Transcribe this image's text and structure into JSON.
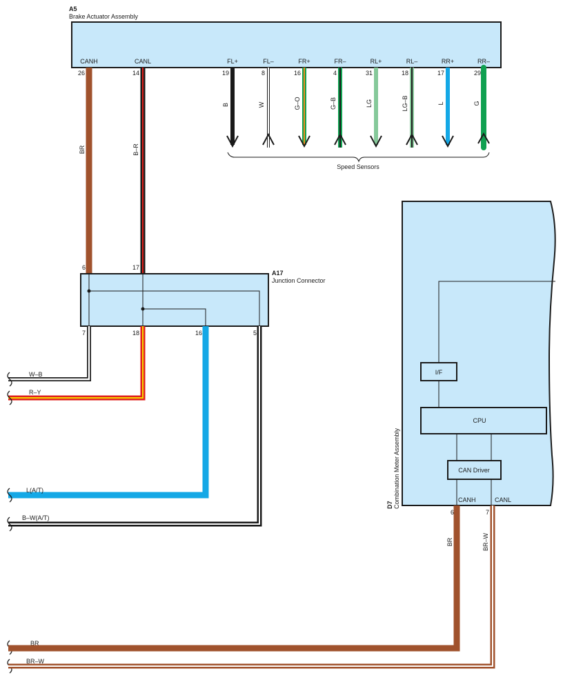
{
  "a5": {
    "code": "A5",
    "name": "Brake Actuator Assembly",
    "pins": [
      {
        "label": "CANH",
        "num": "26",
        "wire": "BR"
      },
      {
        "label": "CANL",
        "num": "14",
        "wire": "B–R"
      },
      {
        "label": "FL+",
        "num": "19",
        "wire": "B"
      },
      {
        "label": "FL–",
        "num": "8",
        "wire": "W"
      },
      {
        "label": "FR+",
        "num": "16",
        "wire": "G–O"
      },
      {
        "label": "FR–",
        "num": "4",
        "wire": "G–B"
      },
      {
        "label": "RL+",
        "num": "31",
        "wire": "LG"
      },
      {
        "label": "RL–",
        "num": "18",
        "wire": "LG–B"
      },
      {
        "label": "RR+",
        "num": "17",
        "wire": "L"
      },
      {
        "label": "RR–",
        "num": "29",
        "wire": "G"
      }
    ],
    "speed_sensors_label": "Speed Sensors"
  },
  "a17": {
    "code": "A17",
    "name": "Junction Connector",
    "top_pins": [
      "6",
      "17"
    ],
    "bottom_pins": [
      "7",
      "18",
      "16",
      "5"
    ]
  },
  "d7": {
    "code": "D7",
    "name": "Combination Meter Assembly",
    "if_label": "I/F",
    "cpu_label": "CPU",
    "can_driver_label": "CAN Driver",
    "canh_label": "CANH",
    "canl_label": "CANL",
    "pins": [
      "6",
      "7"
    ],
    "wires": [
      "BR",
      "BR–W"
    ]
  },
  "left_wires": [
    "W–B",
    "R–Y",
    "L(A/T)",
    "B–W(A/T)",
    "BR",
    "BR–W"
  ],
  "colors": {
    "box_fill": "#c8e8fa",
    "brown": "#a0522d",
    "black": "#1a1a1a",
    "red": "#e0201b",
    "yellow": "#f5d800",
    "green": "#10a050",
    "lightgreen": "#86c99a",
    "blue": "#14a8e6",
    "orange": "#f08c1e",
    "white": "#ffffff"
  }
}
